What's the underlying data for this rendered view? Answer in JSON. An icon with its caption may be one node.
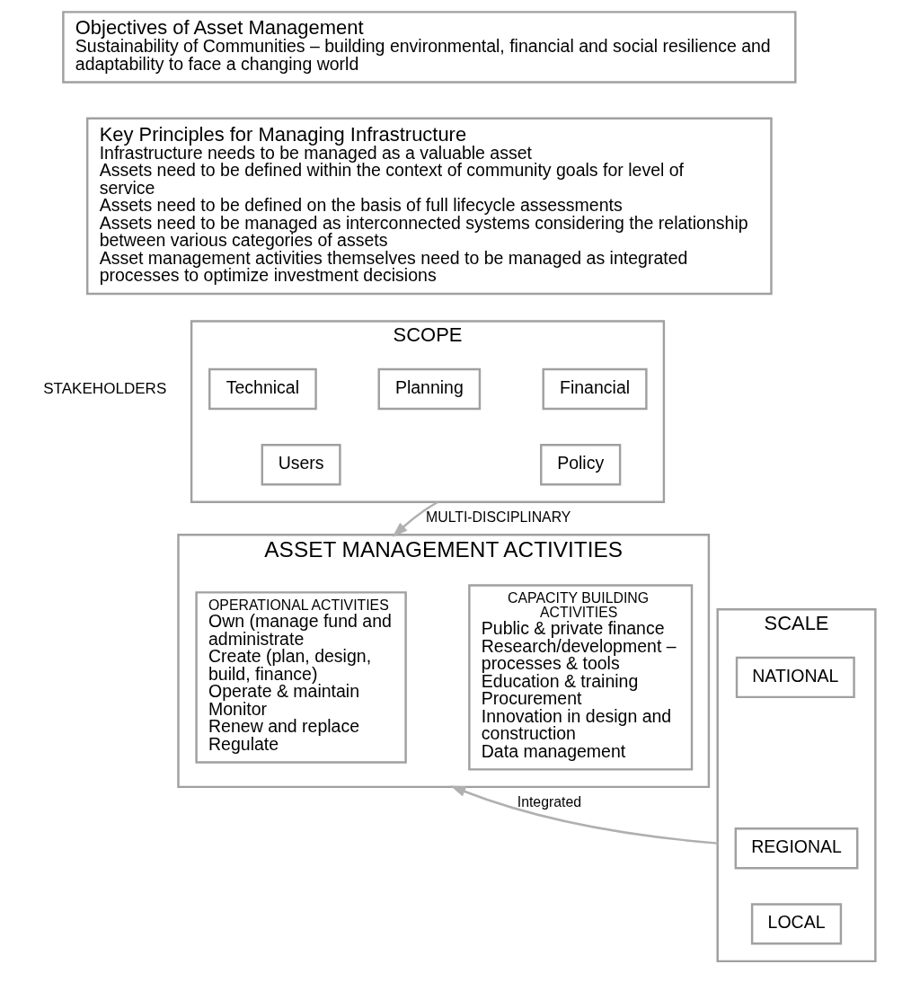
{
  "diagram": {
    "nodes": [
      {
        "text": [
          "Objectives of Asset Management",
          "Sustainability of Communities – building environmental, financial and social resilience and adaptability to face a changing world"
        ]
      },
      {
        "text": [
          "Key Principles for Managing Infrastructure",
          "Infrastructure needs to be managed as a valuable asset",
          "Assets need to be defined within the context of community goals for level of service",
          "Assets need to be defined on the basis of full lifecycle assessments",
          "Assets need to be managed as interconnected systems considering the relationship between various categories of assets",
          "Asset management activities themselves need to be managed as integrated processes to optimize investment decisions"
        ]
      },
      {
        "text": [
          "SCOPE"
        ],
        "beside": [
          "STAKEHOLDERS"
        ]
      },
      {
        "text": [
          "Technical"
        ],
        "in": 2
      },
      {
        "text": [
          "Planning"
        ],
        "in": 2
      },
      {
        "text": [
          "Financial"
        ],
        "in": 2
      },
      {
        "text": [
          "Users"
        ],
        "in": 2
      },
      {
        "text": [
          "Policy"
        ],
        "in": 2
      },
      {
        "text": [
          "ASSET MANAGEMENT ACTIVITIES"
        ]
      },
      {
        "text": [
          "OPERATIONAL ACTIVITIES",
          "Own (manage fund and administrate",
          "Create (plan, design, build, finance)",
          "Operate & maintain",
          "Monitor",
          "Renew and replace",
          "Regulate"
        ],
        "in": 8
      },
      {
        "text": [
          "CAPACITY BUILDING ACTIVITIES",
          "Public & private finance",
          "Research/development – processes & tools",
          "Education & training",
          "Procurement",
          "Innovation in design and construction",
          "Data management"
        ],
        "in": 8
      },
      {
        "text": [
          "SCALE"
        ]
      },
      {
        "text": [
          "NATIONAL"
        ],
        "in": 11
      },
      {
        "text": [
          "REGIONAL"
        ],
        "in": 11
      },
      {
        "text": [
          "LOCAL"
        ],
        "in": 11
      }
    ],
    "edges": [
      {
        "from": 2,
        "to": 8,
        "arrow": "to",
        "label": "MULTI-DISCIPLINARY"
      },
      {
        "from": 11,
        "to": 8,
        "arrow": "to",
        "label": "Integrated"
      }
    ]
  }
}
